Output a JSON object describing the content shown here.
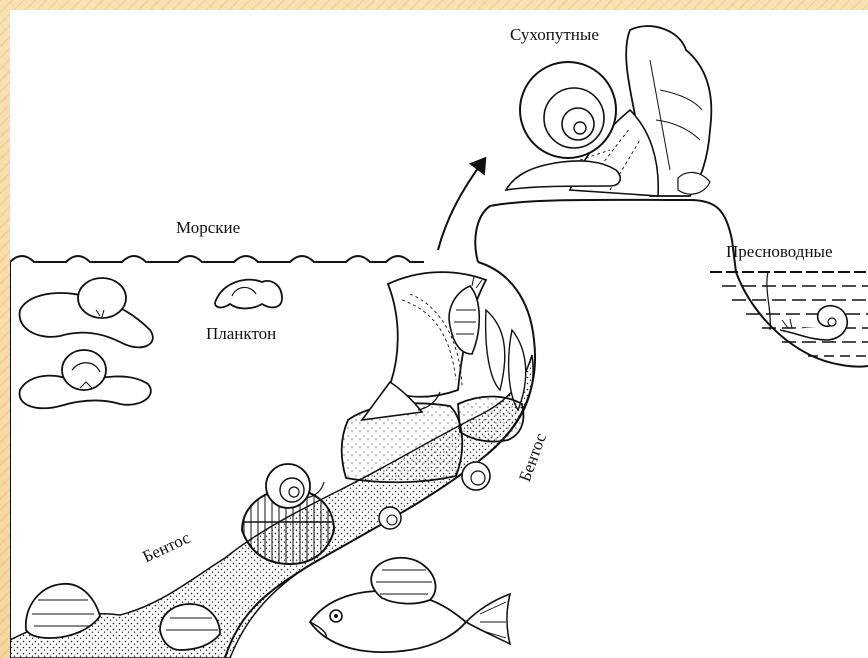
{
  "diagram": {
    "labels": {
      "land": "Сухопутные",
      "marine": "Морские",
      "freshwater": "Пресноводные",
      "plankton": "Планктон",
      "benthos_left": "Бентос",
      "benthos_right": "Бентос"
    },
    "colors": {
      "background": "#f6d89f",
      "panel": "#ffffff",
      "ink": "#111111"
    }
  }
}
